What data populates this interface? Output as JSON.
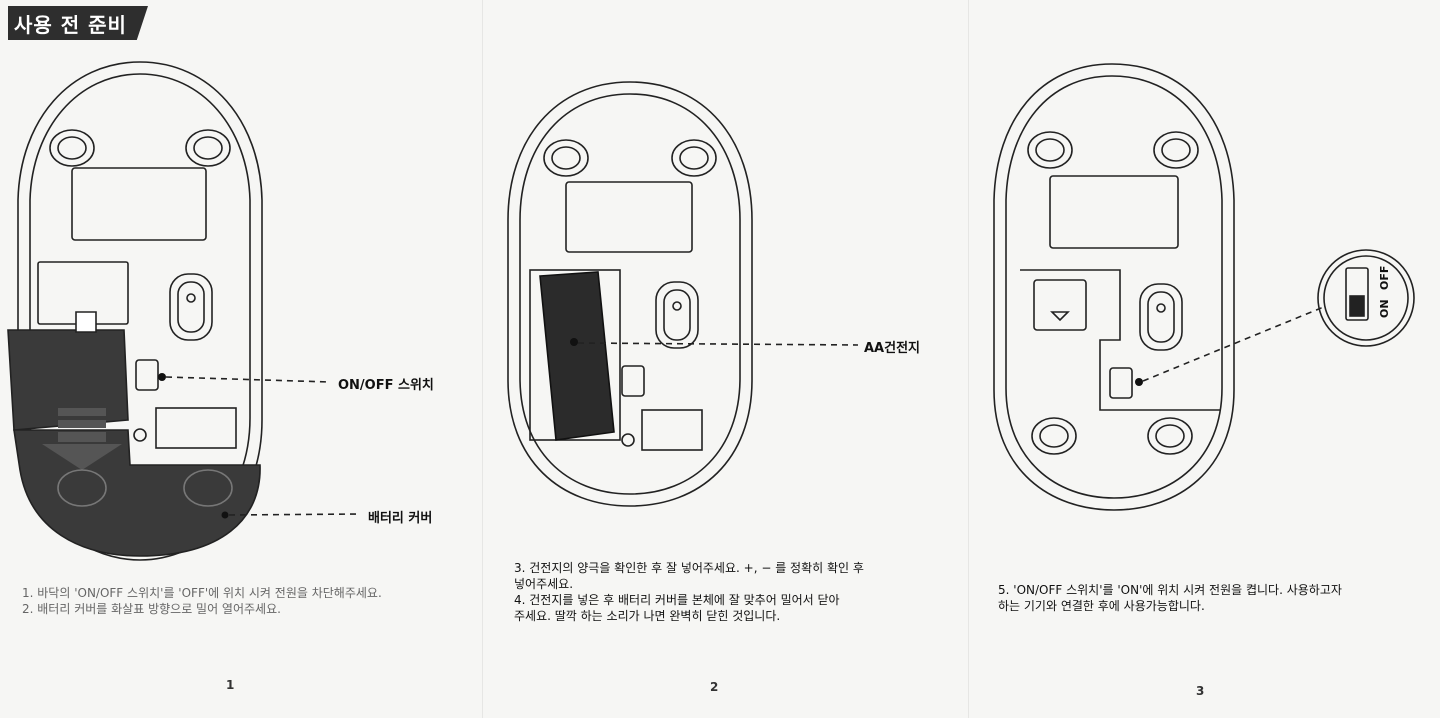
{
  "header": {
    "title": "사용 전 준비"
  },
  "panel1": {
    "callout_switch": "ON/OFF 스위치",
    "callout_cover": "배터리 커버",
    "caption_line1": "1. 바닥의 'ON/OFF 스위치'를 'OFF'에 위치 시켜 전원을 차단해주세요.",
    "caption_line2": "2. 배터리 커버를 화살표 방향으로 밀어 열어주세요.",
    "page_number": "1"
  },
  "panel2": {
    "callout_battery": "AA건전지",
    "caption_line1": "3. 건전지의 양극을 확인한 후 잘 넣어주세요. +, − 를 정확히 확인 후",
    "caption_line2": "넣어주세요.",
    "caption_line3": "4. 건전지를 넣은 후 배터리 커버를 본체에 잘 맞추어 밀어서 닫아",
    "caption_line4": "주세요. 딸깍 하는 소리가 나면 완벽히 닫힌 것입니다.",
    "page_number": "2"
  },
  "panel3": {
    "switch_label_on": "ON",
    "switch_label_off": "OFF",
    "caption_line1": "5. 'ON/OFF 스위치'를 'ON'에 위치 시켜 전원을 켭니다. 사용하고자",
    "caption_line2": "하는 기기와 연결한 후에 사용가능합니다.",
    "page_number": "3"
  },
  "colors": {
    "line": "#222222",
    "cover": "#3a3a3a",
    "battery": "#2b2b2b",
    "paper": "#f6f6f4"
  }
}
